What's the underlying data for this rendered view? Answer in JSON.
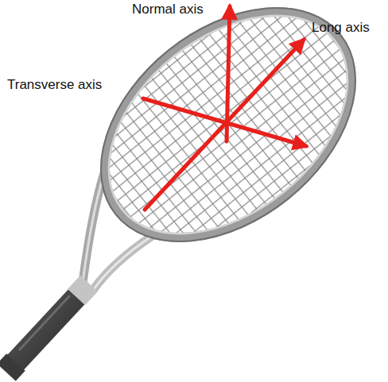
{
  "diagram": {
    "labels": [
      "Normal axis",
      "Long axis",
      "Transverse axis"
    ]
  }
}
